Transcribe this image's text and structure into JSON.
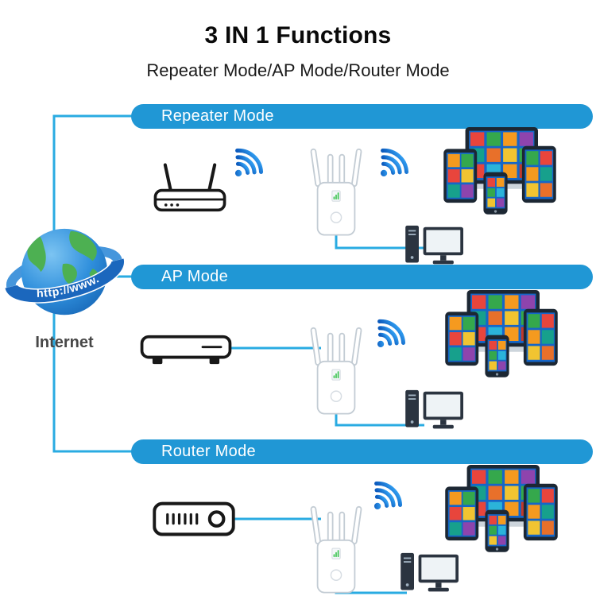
{
  "page": {
    "title": "3 IN 1 Functions",
    "subtitle": "Repeater Mode/AP Mode/Router Mode"
  },
  "internet": {
    "label": "Internet",
    "globe_text": "http://www."
  },
  "sections": [
    {
      "id": "repeater-mode",
      "label": "Repeater Mode"
    },
    {
      "id": "ap-mode",
      "label": "AP Mode"
    },
    {
      "id": "router-mode",
      "label": "Router Mode"
    }
  ],
  "icons": {
    "internet-globe-icon": "blue globe with http band ring",
    "wifi-signal-icon": "three blue concentric arcs with dot",
    "wireless-router-icon": "outlined router with two antennas",
    "ap-modem-icon": "outlined slim box with two feet",
    "router-modem-icon": "outlined box with vent bars and circle",
    "wifi-extender-icon": "white repeater with four antennas and signal leds",
    "client-devices-icon": "monitor, tablets and phone with colorful app tiles",
    "desktop-pc-icon": "dark tower with monitor"
  },
  "colors": {
    "banner_blue": "#2097d5",
    "line_blue": "#29abe2",
    "wifi_dark": "#0d5bbd",
    "wifi_light": "#2f9bef",
    "screen_blue": "#1566c8",
    "title_color": "#0a0a0a",
    "internet_label_color": "#474747"
  }
}
